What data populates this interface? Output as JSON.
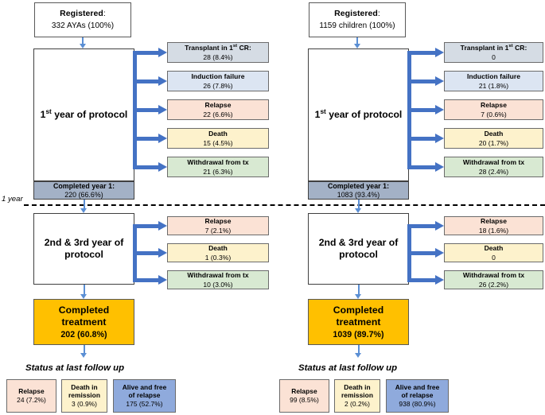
{
  "figure": {
    "type": "flow-diagram",
    "separator_label": "1 year",
    "status_section_title": "Status at last follow up",
    "accent_arrow_color": "#4472C4",
    "thin_arrow_color": "#5B8FD4"
  },
  "cohorts": [
    {
      "id": "aya",
      "registered": {
        "title": "Registered",
        "title_suffix": ":",
        "value": "332 AYAs (100%)"
      },
      "year1": {
        "label_pre": "1",
        "label_sup": "st",
        "label_post": " year of protocol",
        "completed_title": "Completed year 1:",
        "completed_value": "220 (66.6%)"
      },
      "year1_outcomes": [
        {
          "title_pre": "Transplant in 1",
          "title_sup": "st",
          "title_post": " CR:",
          "title": "Transplant in 1st CR:",
          "value": "28 (8.4%)",
          "color_key": "c-transplant",
          "name": "transplant-in-first-cr"
        },
        {
          "title": "Induction failure",
          "value": "26 (7.8%)",
          "color_key": "c-induction",
          "name": "induction-failure"
        },
        {
          "title": "Relapse",
          "value": "22 (6.6%)",
          "color_key": "c-relapse",
          "name": "relapse"
        },
        {
          "title": "Death",
          "value": "15 (4.5%)",
          "color_key": "c-death",
          "name": "death"
        },
        {
          "title": "Withdrawal from tx",
          "value": "21 (6.3%)",
          "color_key": "c-withdraw",
          "name": "withdrawal-from-tx"
        }
      ],
      "year23": {
        "label_line1": "2nd & 3rd year of",
        "label_line2": "protocol"
      },
      "year23_outcomes": [
        {
          "title": "Relapse",
          "value": "7 (2.1%)",
          "color_key": "c-relapse",
          "name": "relapse"
        },
        {
          "title": "Death",
          "value": "1 (0.3%)",
          "color_key": "c-death",
          "name": "death"
        },
        {
          "title": "Withdrawal from tx",
          "value": "10 (3.0%)",
          "color_key": "c-withdraw",
          "name": "withdrawal-from-tx"
        }
      ],
      "completed": {
        "line1": "Completed",
        "line2": "treatment",
        "value": "202 (60.8%)"
      },
      "status": [
        {
          "title": "Relapse",
          "value": "24 (7.2%)",
          "color_key": "c-relapse",
          "name": "status-relapse"
        },
        {
          "title_line1": "Death in",
          "title_line2": "remission",
          "title": "Death in remission",
          "value": "3 (0.9%)",
          "color_key": "c-death",
          "name": "status-death-in-remission"
        },
        {
          "title_line1": "Alive and free",
          "title_line2": "of relapse",
          "title": "Alive and free of relapse",
          "value": "175 (52.7%)",
          "color_key": "c-alive",
          "name": "status-alive-free-of-relapse"
        }
      ]
    },
    {
      "id": "children",
      "registered": {
        "title": "Registered",
        "title_suffix": ":",
        "value": "1159 children (100%)"
      },
      "year1": {
        "label_pre": "1",
        "label_sup": "st",
        "label_post": " year of protocol",
        "completed_title": "Completed year 1:",
        "completed_value": "1083 (93.4%)"
      },
      "year1_outcomes": [
        {
          "title_pre": "Transplant in 1",
          "title_sup": "st",
          "title_post": " CR:",
          "title": "Transplant in 1st CR:",
          "value": "0",
          "color_key": "c-transplant",
          "name": "transplant-in-first-cr"
        },
        {
          "title": "Induction failure",
          "value": "21 (1.8%)",
          "color_key": "c-induction",
          "name": "induction-failure"
        },
        {
          "title": "Relapse",
          "value": "7 (0.6%)",
          "color_key": "c-relapse",
          "name": "relapse"
        },
        {
          "title": "Death",
          "value": "20 (1.7%)",
          "color_key": "c-death",
          "name": "death"
        },
        {
          "title": "Withdrawal from tx",
          "value": "28 (2.4%)",
          "color_key": "c-withdraw",
          "name": "withdrawal-from-tx"
        }
      ],
      "year23": {
        "label_line1": "2nd & 3rd year of",
        "label_line2": "protocol"
      },
      "year23_outcomes": [
        {
          "title": "Relapse",
          "value": "18 (1.6%)",
          "color_key": "c-relapse",
          "name": "relapse"
        },
        {
          "title": "Death",
          "value": "0",
          "color_key": "c-death",
          "name": "death"
        },
        {
          "title": "Withdrawal from tx",
          "value": "26 (2.2%)",
          "color_key": "c-withdraw",
          "name": "withdrawal-from-tx"
        }
      ],
      "completed": {
        "line1": "Completed",
        "line2": "treatment",
        "value": "1039 (89.7%)"
      },
      "status": [
        {
          "title": "Relapse",
          "value": "99 (8.5%)",
          "color_key": "c-relapse",
          "name": "status-relapse"
        },
        {
          "title_line1": "Death in",
          "title_line2": "remission",
          "title": "Death in remission",
          "value": "2 (0.2%)",
          "color_key": "c-death",
          "name": "status-death-in-remission"
        },
        {
          "title_line1": "Alive and free",
          "title_line2": "of relapse",
          "title": "Alive and free of relapse",
          "value": "938 (80.9%)",
          "color_key": "c-alive",
          "name": "status-alive-free-of-relapse"
        }
      ]
    }
  ]
}
